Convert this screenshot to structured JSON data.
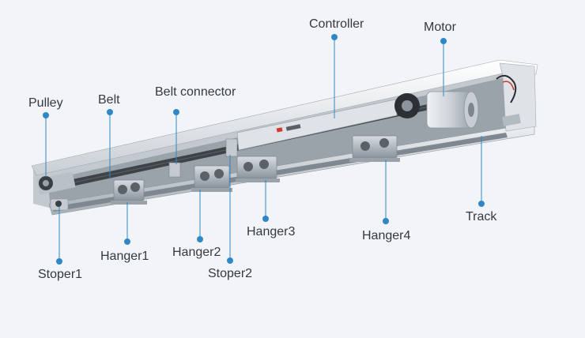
{
  "labels": {
    "pulley": "Pulley",
    "belt": "Belt",
    "belt_connector": "Belt connector",
    "controller": "Controller",
    "motor": "Motor",
    "track": "Track",
    "hanger1": "Hanger1",
    "hanger2": "Hanger2",
    "hanger3": "Hanger3",
    "hanger4": "Hanger4",
    "stoper1": "Stoper1",
    "stoper2": "Stoper2"
  },
  "colors": {
    "background": "#f2f4f7",
    "callout": "#2f88c5",
    "text": "#333a40",
    "aluminium_light": "#e4e8ec",
    "aluminium_mid": "#b9c0c7",
    "aluminium_dark": "#7d868f",
    "motor_body": "#d9dde1",
    "controller_led": "#d23a2a"
  },
  "icons": {
    "callout_marker": "dot-icon"
  }
}
